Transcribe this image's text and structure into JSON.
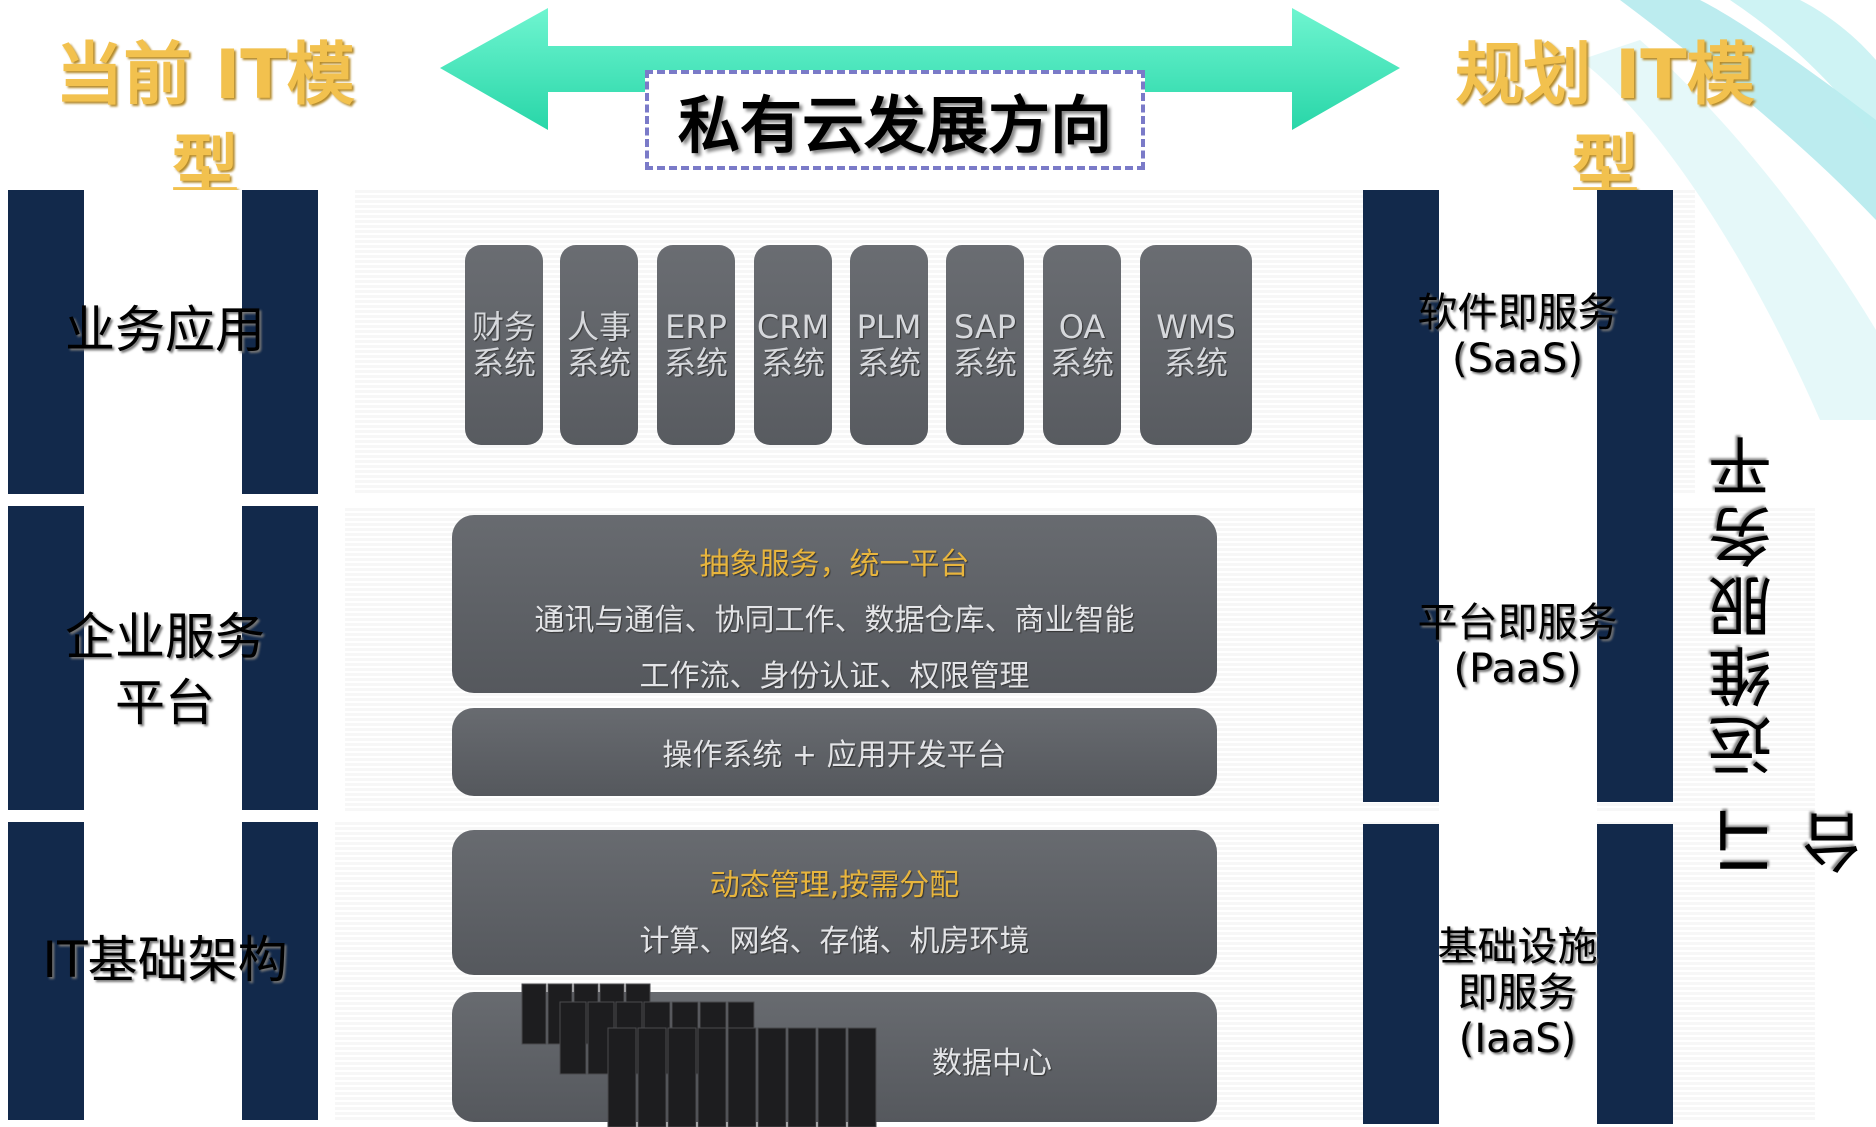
{
  "header": {
    "current_model": "当前 IT模型",
    "planned_model": "规划 IT模型",
    "direction_label": "私有云发展方向"
  },
  "layers": [
    {
      "label": "业务应用"
    },
    {
      "label": "企业服务平台"
    },
    {
      "label": "IT基础架构"
    }
  ],
  "apps": [
    {
      "line1": "财务",
      "line2": "系统"
    },
    {
      "line1": "人事",
      "line2": "系统"
    },
    {
      "line1": "ERP",
      "line2": "系统"
    },
    {
      "line1": "CRM",
      "line2": "系统"
    },
    {
      "line1": "PLM",
      "line2": "系统"
    },
    {
      "line1": "SAP",
      "line2": "系统"
    },
    {
      "line1": "OA",
      "line2": "系统"
    },
    {
      "line1": "WMS",
      "line2": "系统"
    }
  ],
  "platform": {
    "accent": "抽象服务，统一平台",
    "line1": "通讯与通信、协同工作、数据仓库、商业智能",
    "line2": "工作流、身份认证、权限管理",
    "os": "操作系统 + 应用开发平台"
  },
  "infra": {
    "accent": "动态管理,按需分配",
    "line1": "计算、网络、存储、机房环境",
    "datacenter": "数据中心"
  },
  "services": {
    "saas_line1": "软件即服务",
    "saas_line2": "(SaaS)",
    "paas_line1": "平台即服务",
    "paas_line2": "(PaaS)",
    "iaas_line1": "基础设施",
    "iaas_line2": "即服务",
    "iaas_line3": "(IaaS)"
  },
  "ops_platform": "IT 运维服务平台",
  "colors": {
    "navy": "#12294b",
    "gold": "#f2c14e",
    "arrow": "#3fe0b8"
  }
}
